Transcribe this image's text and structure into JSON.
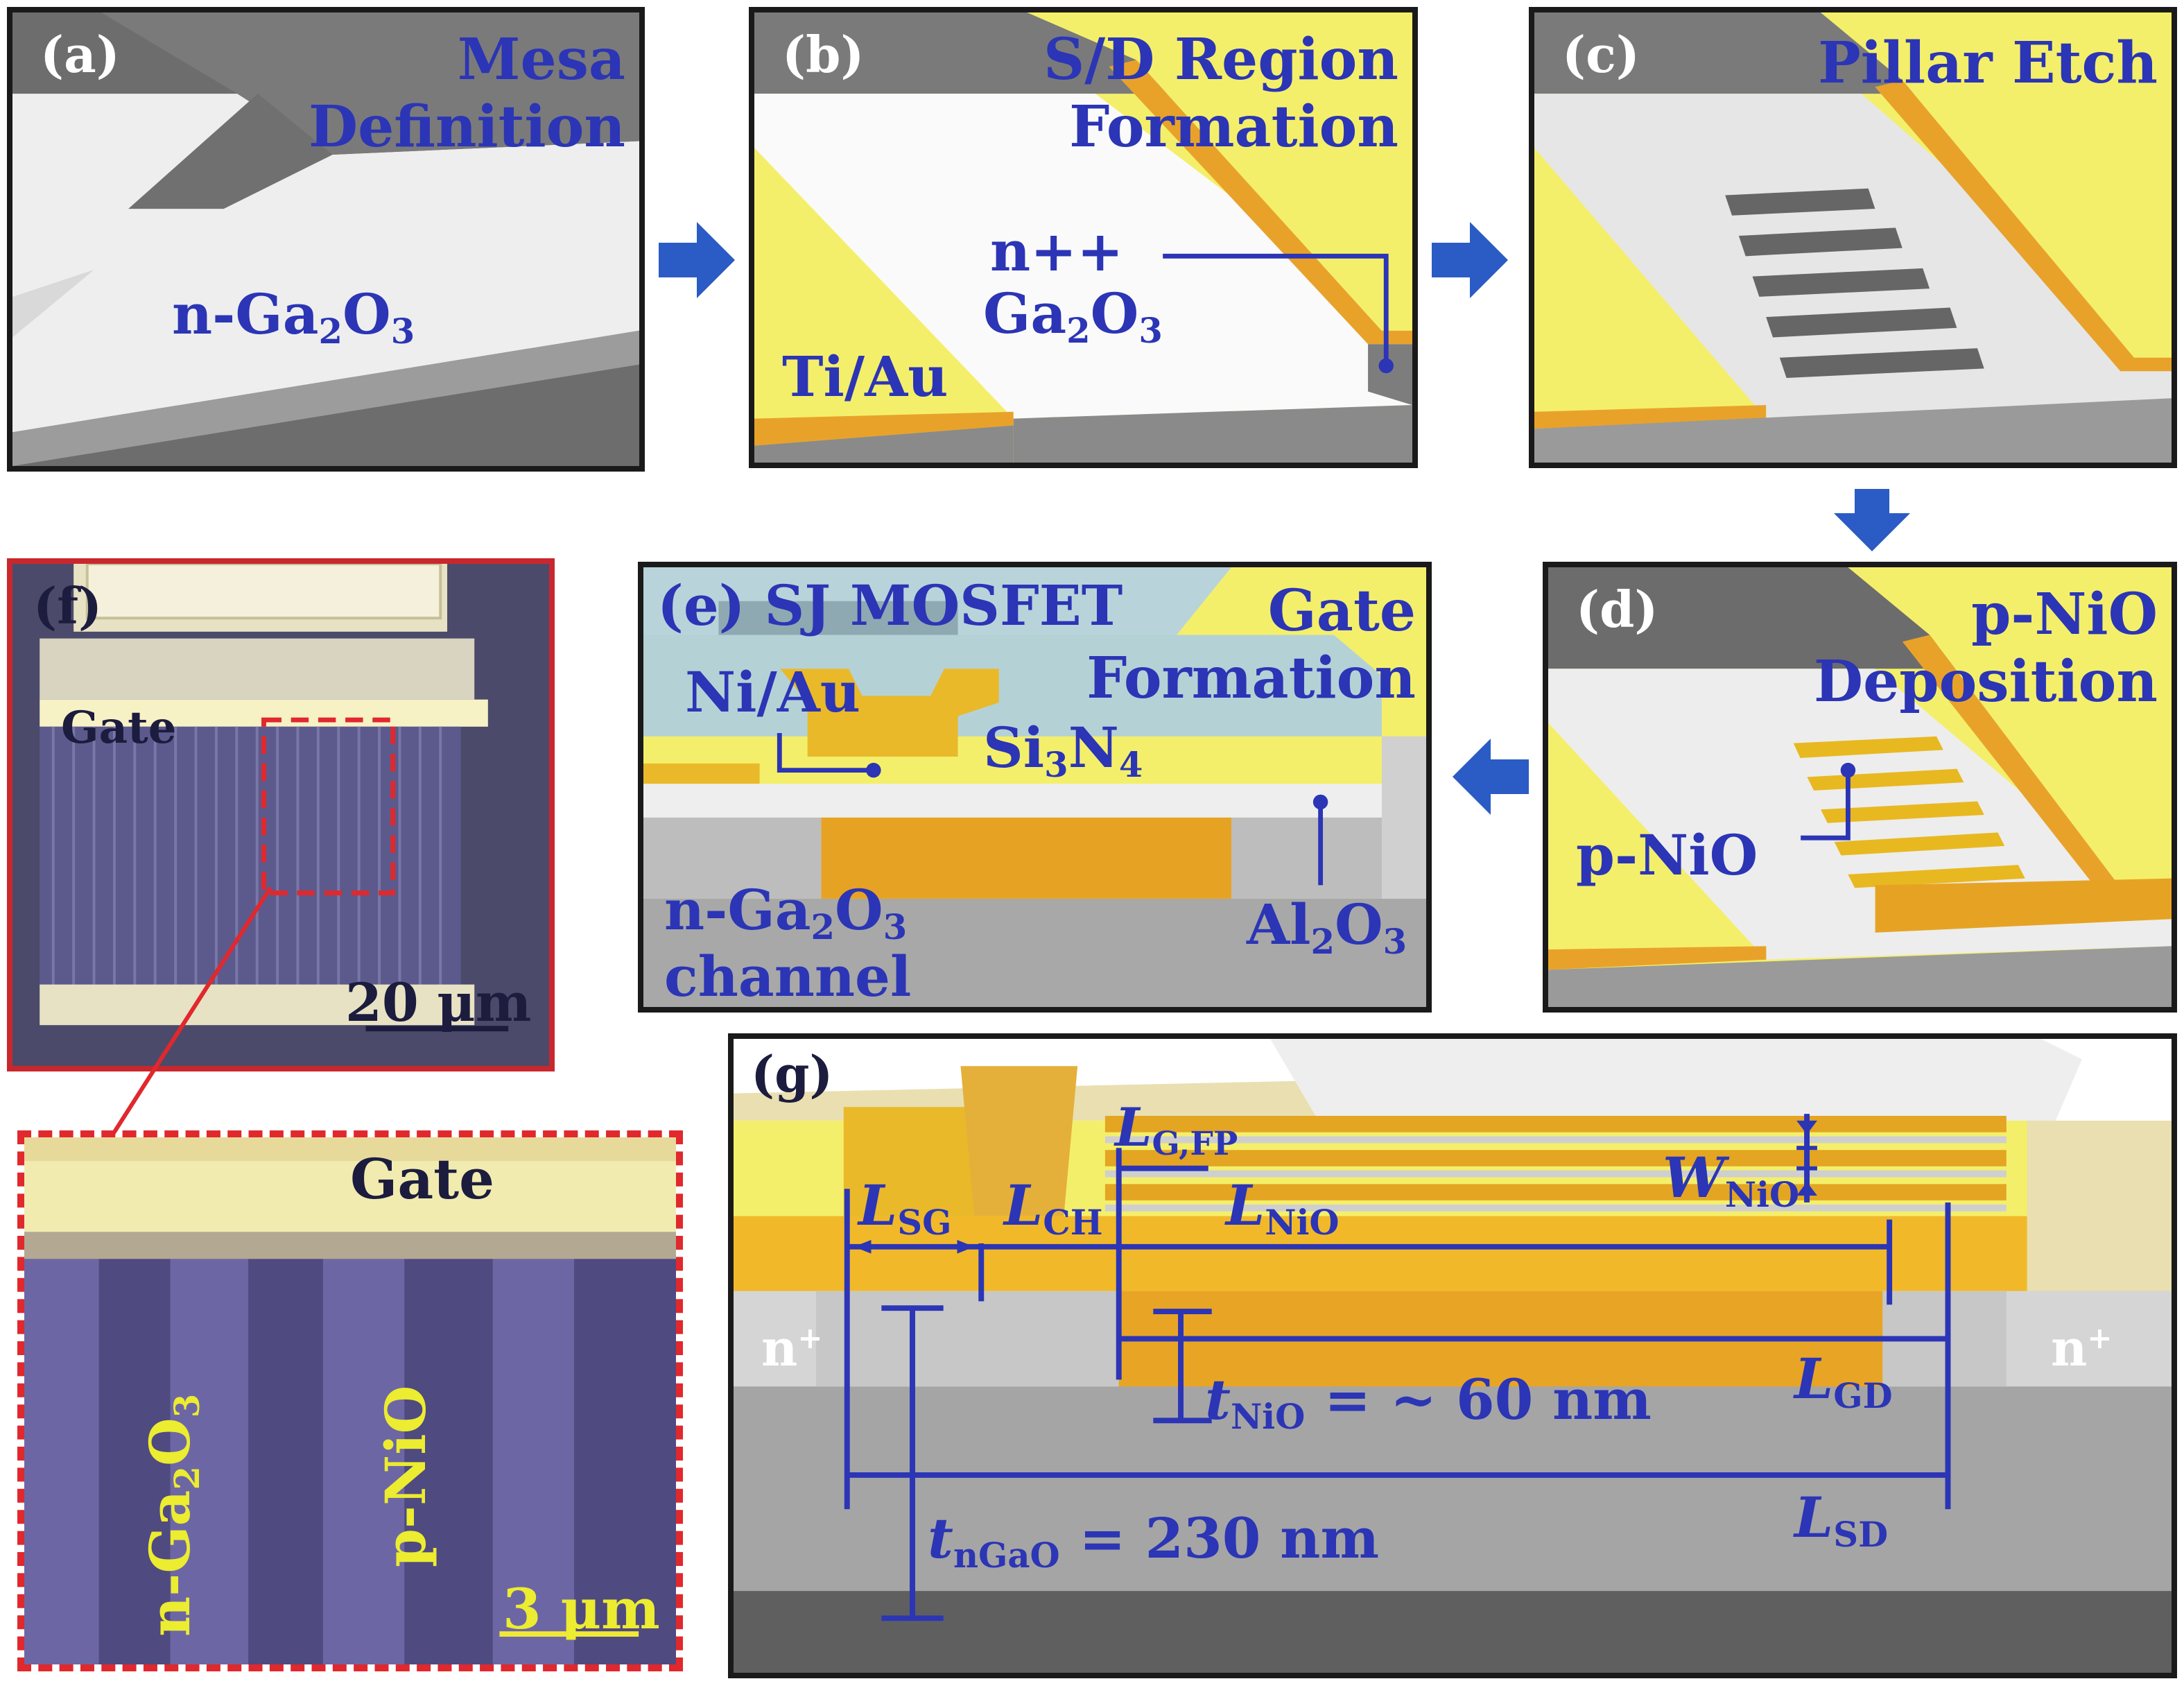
{
  "panels": {
    "a": {
      "label": "(a)",
      "title_line1": "Mesa",
      "title_line2": "Definition",
      "material": "n-Ga",
      "material_sub1": "2",
      "material_mid": "O",
      "material_sub2": "3"
    },
    "b": {
      "label": "(b)",
      "title_line1": "S/D Region",
      "title_line2": "Formation",
      "npp_line1": "n++",
      "npp_line2_a": "Ga",
      "npp_sub1": "2",
      "npp_line2_b": "O",
      "npp_sub2": "3",
      "metal": "Ti/Au"
    },
    "c": {
      "label": "(c)",
      "title": "Pillar Etch"
    },
    "d": {
      "label": "(d)",
      "title_line1": "p-NiO",
      "title_line2": "Deposition",
      "pillar_label": "p-NiO"
    },
    "e": {
      "label": "(e) SJ MOSFET",
      "title_line1": "Gate",
      "title_line2": "Formation",
      "gate_metal": "Ni/Au",
      "nitride_a": "Si",
      "nitride_sub1": "3",
      "nitride_b": "N",
      "nitride_sub2": "4",
      "channel_line1_a": "n-Ga",
      "channel_sub1": "2",
      "channel_line1_b": "O",
      "channel_sub2": "3",
      "channel_line2": "channel",
      "oxide_a": "Al",
      "oxide_sub1": "2",
      "oxide_b": "O",
      "oxide_sub2": "3"
    },
    "f": {
      "label": "(f)",
      "gate": "Gate",
      "scale": "20 μm"
    },
    "zoom": {
      "gate": "Gate",
      "stripe1_a": "n-Ga",
      "stripe1_sub1": "2",
      "stripe1_b": "O",
      "stripe1_sub2": "3",
      "stripe2": "p-NiO",
      "scale": "3 μm"
    },
    "g": {
      "label": "(g)",
      "n_plus": "n",
      "n_plus_sup": "+",
      "L": "L",
      "lsg_sub": "SG",
      "lch_sub": "CH",
      "lgfp_sub": "G,FP",
      "lnio_sub": "NiO",
      "wnio_a": "W",
      "wnio_sub": "NiO",
      "lgd_sub": "GD",
      "lsd_sub": "SD",
      "tnio_a": "t",
      "tnio_sub": "NiO",
      "tnio_val": " = ~ 60 nm",
      "tngao_a": "t",
      "tngao_sub": "nGaO",
      "tngao_val": " = 230 nm"
    }
  },
  "colors": {
    "label_blue": "#2b35b5",
    "gold": "#f2b81e",
    "yellow": "#f3ef6e",
    "frame": "#1a1a1a",
    "red_frame": "#c8282d"
  }
}
